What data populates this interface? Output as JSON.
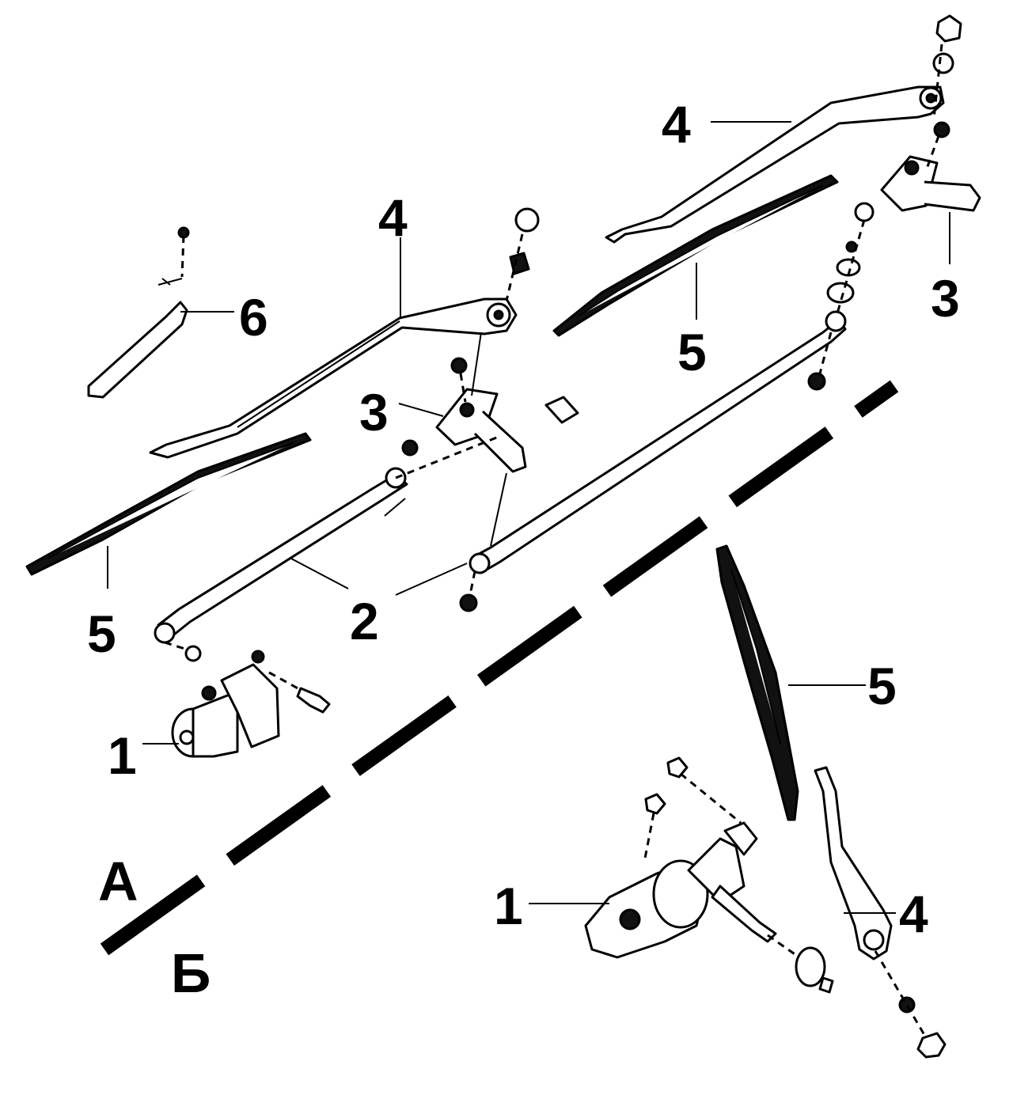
{
  "labels": {
    "motor": "1",
    "link_rod": "2",
    "pivot": "3",
    "arm": "4",
    "blade": "5",
    "cover": "6"
  },
  "sections": {
    "a": "А",
    "b": "Б"
  }
}
